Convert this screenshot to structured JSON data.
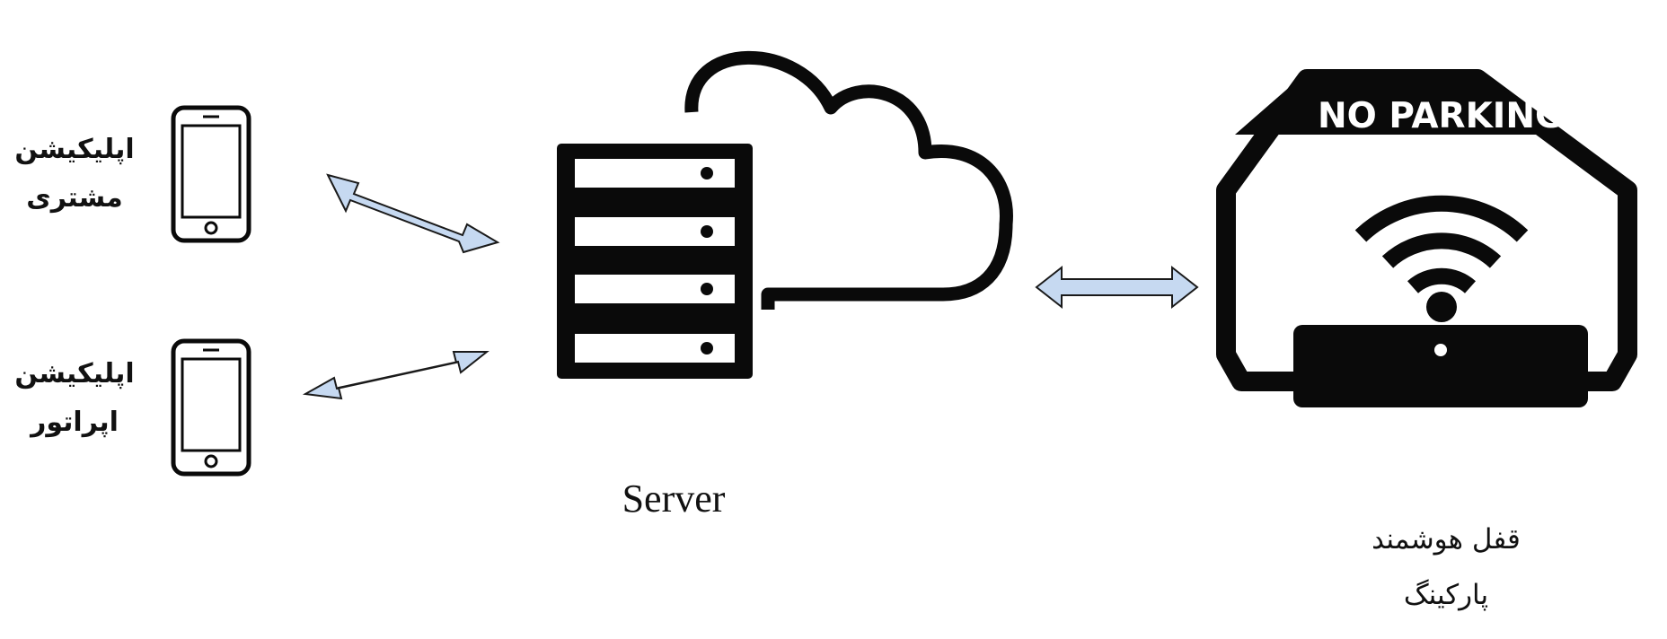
{
  "nodes": {
    "customer_app": {
      "line1": "اپلیکیشن",
      "line2": "مشتری",
      "icon": "smartphone-icon"
    },
    "operator_app": {
      "line1": "اپلیکیشن",
      "line2": "اپراتور",
      "icon": "smartphone-icon"
    },
    "server": {
      "label": "Server",
      "icons": [
        "server-rack-icon",
        "cloud-icon"
      ]
    },
    "smart_lock": {
      "line1": "قفل هوشمند",
      "line2": "پارکینگ",
      "sign_text": "NO PARKING",
      "icon": "wifi-icon"
    }
  },
  "edges": [
    {
      "from": "customer_app",
      "to": "server",
      "direction": "bidirectional"
    },
    {
      "from": "operator_app",
      "to": "server",
      "direction": "bidirectional"
    },
    {
      "from": "server",
      "to": "smart_lock",
      "direction": "bidirectional"
    }
  ],
  "colors": {
    "arrow_fill": "#c6d9f1",
    "arrow_stroke": "#1a1a1a",
    "icon": "#0a0a0a"
  }
}
